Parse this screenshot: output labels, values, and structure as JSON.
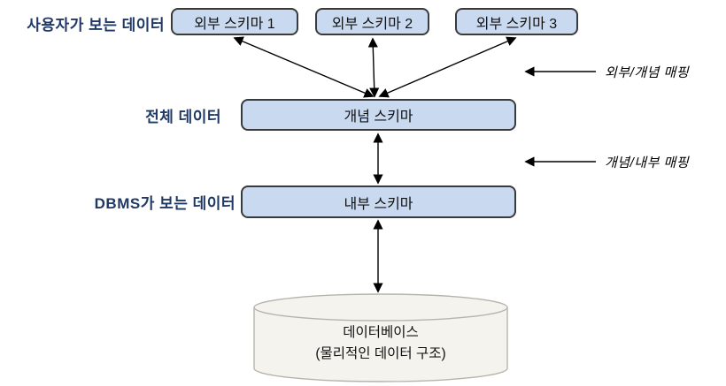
{
  "labels": {
    "user_view": "사용자가 보는 데이터",
    "whole_data": "전체 데이터",
    "dbms_view": "DBMS가 보는 데이터"
  },
  "boxes": {
    "external_schemas": [
      "외부 스키마 1",
      "외부 스키마 2",
      "외부 스키마 3"
    ],
    "conceptual": "개념 스키마",
    "internal": "내부 스키마"
  },
  "mappings": {
    "external_conceptual": "외부/개념 매핑",
    "conceptual_internal": "개념/내부 매핑"
  },
  "database": {
    "line1": "데이터베이스",
    "line2": "(물리적인 데이터 구조)"
  },
  "colors": {
    "box_fill": "#C9DAF0",
    "box_border": "#3A3A3A",
    "side_label_text": "#1F3864",
    "cylinder_fill": "#F5F3EE",
    "cylinder_border": "#B5B4AC",
    "arrow": "#000000"
  }
}
